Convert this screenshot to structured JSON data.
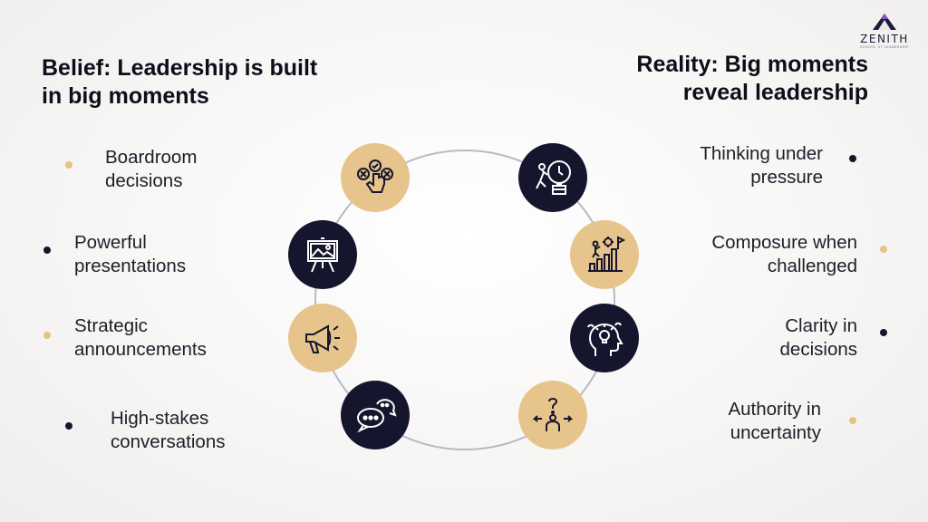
{
  "left": {
    "heading": "Belief: Leadership is built in big moments",
    "items": [
      {
        "label": "Boardroom\ndecisions",
        "icon": "decision-choice-icon",
        "dot_color": "#e5c287"
      },
      {
        "label": "Powerful\npresentations",
        "icon": "presentation-easel-icon",
        "dot_color": "#15152e"
      },
      {
        "label": "Strategic\nannouncements",
        "icon": "megaphone-icon",
        "dot_color": "#e5c287"
      },
      {
        "label": "High-stakes\nconversations",
        "icon": "speech-bubbles-icon",
        "dot_color": "#15152e"
      }
    ]
  },
  "right": {
    "heading": "Reality: Big moments reveal leadership",
    "items": [
      {
        "label": "Thinking under\npressure",
        "icon": "pushing-clock-icon",
        "dot_color": "#15152e"
      },
      {
        "label": "Composure when\nchallenged",
        "icon": "climbing-growth-icon",
        "dot_color": "#e5c287"
      },
      {
        "label": "Clarity in\ndecisions",
        "icon": "idea-head-icon",
        "dot_color": "#15152e"
      },
      {
        "label": "Authority in\nuncertainty",
        "icon": "crossroads-question-icon",
        "dot_color": "#e5c287"
      }
    ]
  },
  "brand": {
    "name": "ZENITH",
    "tagline": "SCHOOL OF LEADERSHIP",
    "logo_icon": "mountain-peak-logo-icon"
  },
  "colors": {
    "navy": "#15152e",
    "tan": "#e7c48b",
    "ring": "#b9b9c4"
  }
}
